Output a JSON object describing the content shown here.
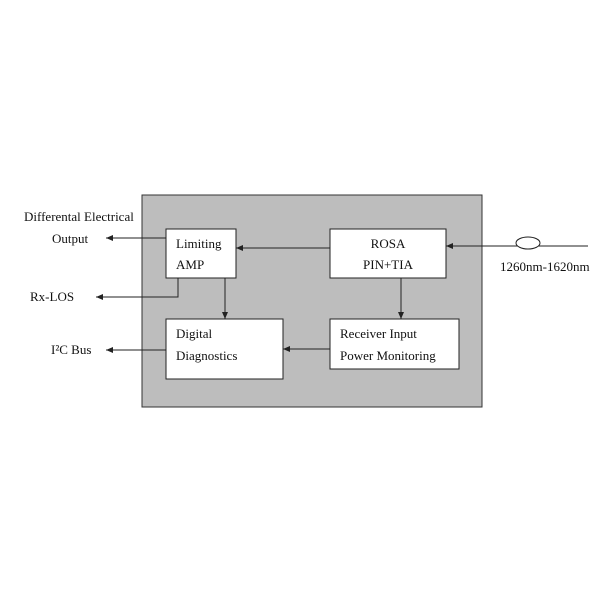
{
  "colors": {
    "housing_fill": "#bdbdbd",
    "block_fill": "#ffffff",
    "line": "#222222",
    "text": "#111111"
  },
  "blocks": {
    "limiting_amp": {
      "line1": "Limiting",
      "line2": "AMP"
    },
    "rosa": {
      "line1": "ROSA",
      "line2": "PIN+TIA"
    },
    "digital_diagnostics": {
      "line1": "Digital",
      "line2": "Diagnostics"
    },
    "receiver_input": {
      "line1": "Receiver Input",
      "line2": "Power Monitoring"
    }
  },
  "external": {
    "diff_output_line1": "Differental Electrical",
    "diff_output_line2": "Output",
    "rx_los": "Rx-LOS",
    "i2c_bus": "I²C Bus",
    "wavelength": "1260nm-1620nm"
  }
}
